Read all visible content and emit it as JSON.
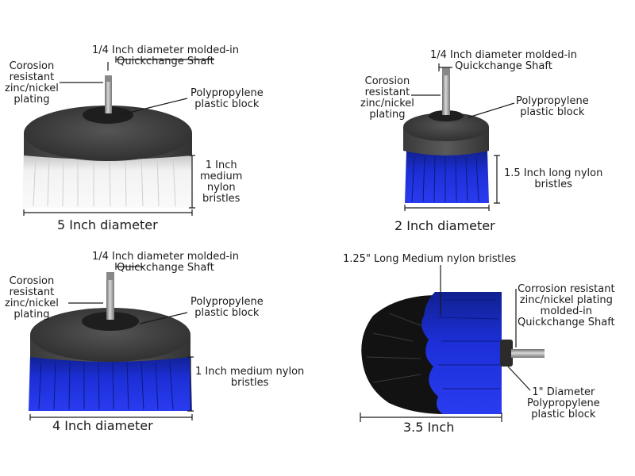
{
  "colors": {
    "bristle_white": "#eeeeee",
    "bristle_blue": "#1c2fd6",
    "bristle_black": "#111111",
    "block": "#4a4a4a",
    "shaft": "#9a9a9a"
  },
  "brushes": [
    {
      "shaft_label": "1/4 Inch diameter molded-in\nQuickchange Shaft",
      "plating_label": "Corosion\nresistant\nzinc/nickel\nplating",
      "block_label": "Polypropylene\nplastic block",
      "bristle_label": "1 Inch\nmedium\nnylon\nbristles",
      "diameter_label": "5 Inch diameter"
    },
    {
      "shaft_label": "1/4 Inch diameter molded-in\nQuickchange Shaft",
      "plating_label": "Corosion\nresistant\nzinc/nickel\nplating",
      "block_label": "Polypropylene\nplastic block",
      "bristle_label": "1.5 Inch  long  nylon\nbristles",
      "diameter_label": "2 Inch diameter"
    },
    {
      "shaft_label": "1/4 Inch diameter molded-in\nQuickchange Shaft",
      "plating_label": "Corosion\nresistant\nzinc/nickel\nplating",
      "block_label": "Polypropylene\nplastic block",
      "bristle_label": "1 Inch medium nylon\nbristles",
      "diameter_label": "4 Inch diameter"
    },
    {
      "bristle_label": "1.25\"  Long  Medium nylon bristles",
      "shaft_label": "Corrosion resistant\nzinc/nickel plating\nmolded-in\nQuickchange Shaft",
      "block_label": "1\"  Diameter\nPolypropylene\nplastic block",
      "length_label": "3.5 Inch"
    }
  ]
}
